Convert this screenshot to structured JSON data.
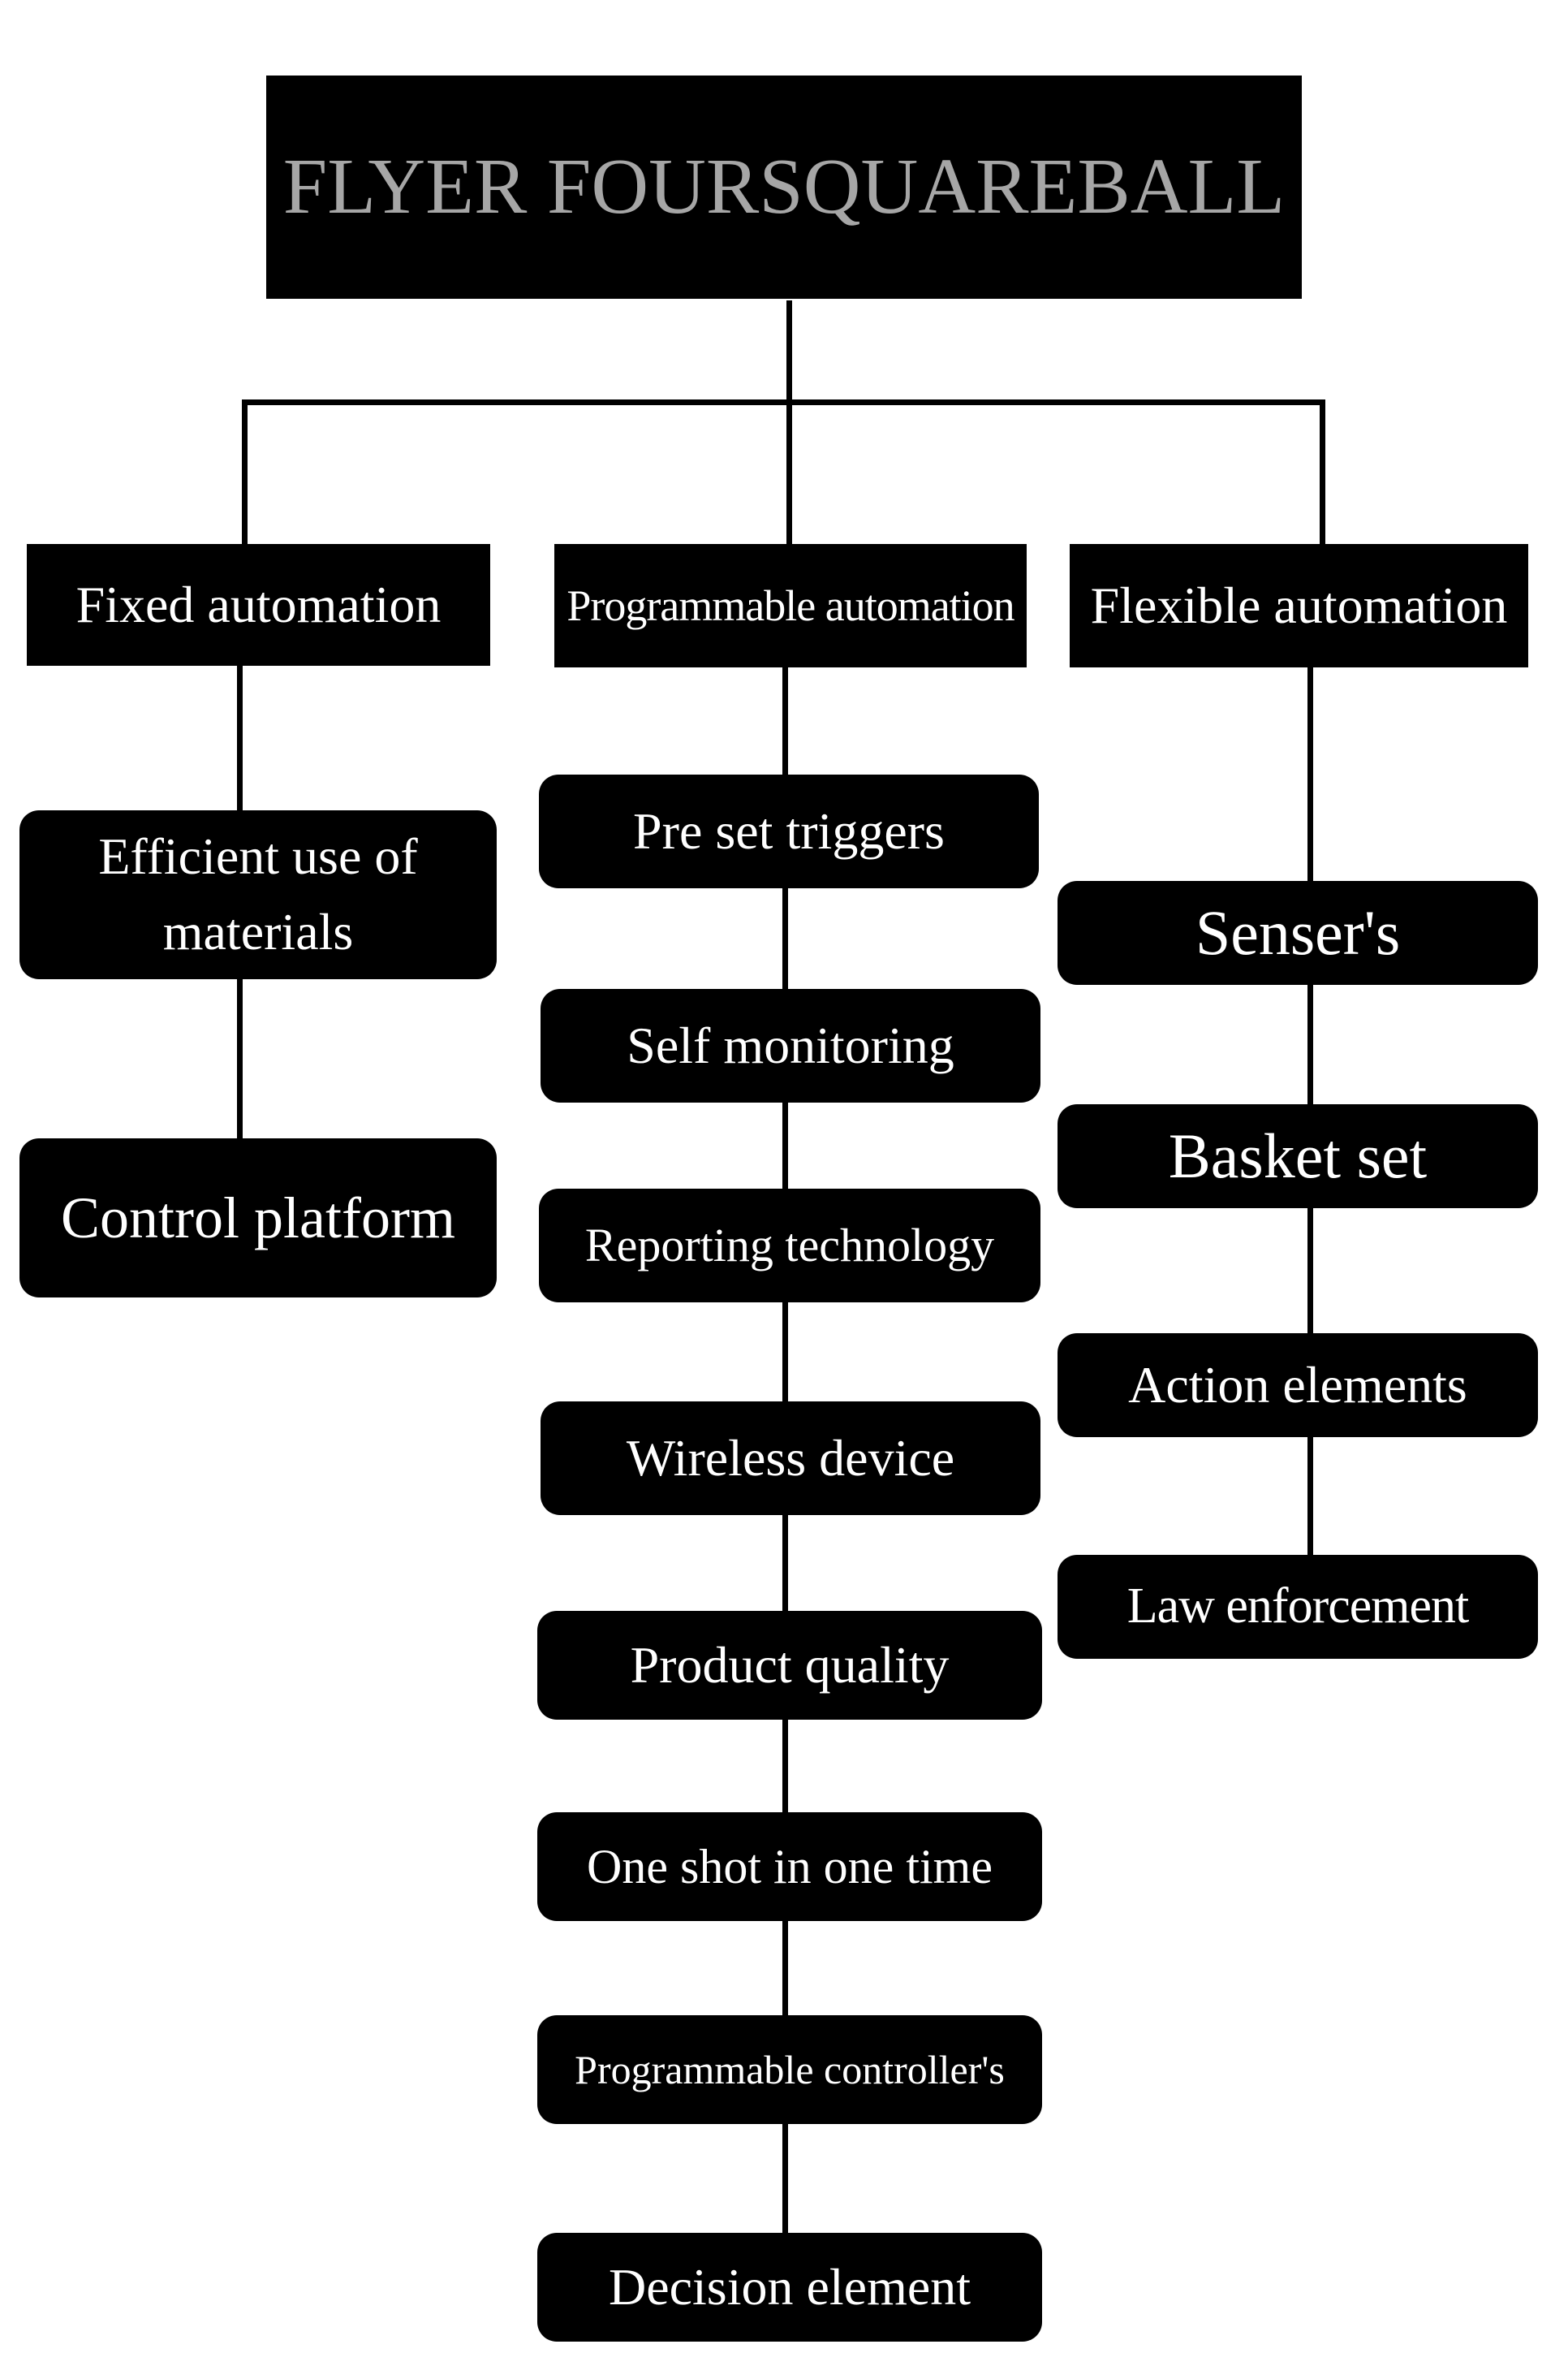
{
  "diagram": {
    "title": {
      "line1": "FLYER FOURSQUARE",
      "line2": "BALL"
    },
    "branches": [
      {
        "label": "Fixed automation",
        "items": [
          "Efficient use of materials",
          "Control platform"
        ]
      },
      {
        "label": "Programmable automation",
        "items": [
          "Pre set triggers",
          "Self monitoring",
          "Reporting technology",
          "Wireless device",
          "Product quality",
          "One shot in one time",
          "Programmable controller's",
          "Decision element"
        ]
      },
      {
        "label": "Flexible automation",
        "items": [
          "Senser's",
          "Basket set",
          "Action elements",
          "Law enforcement"
        ]
      }
    ],
    "colors": {
      "box_fill": "#000000",
      "box_text": "#ffffff",
      "title_text": "#a6a6a6",
      "connector": "#000000",
      "background": "#ffffff"
    }
  }
}
